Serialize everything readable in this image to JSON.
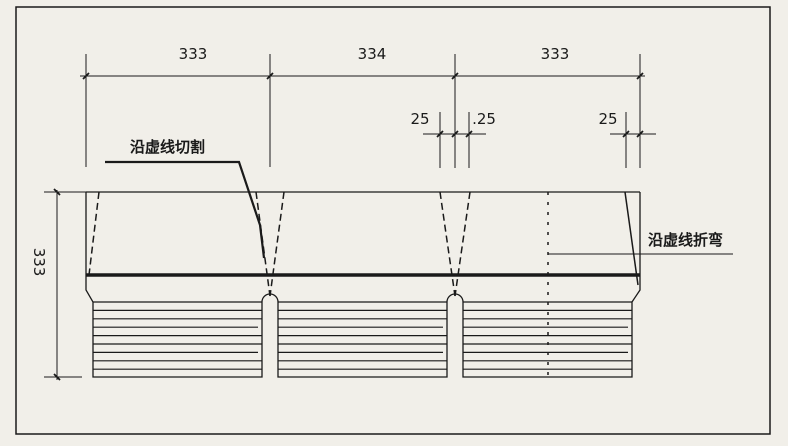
{
  "dimensions": {
    "top_segments": [
      "333",
      "334",
      "333"
    ],
    "small_left": "25",
    "small_right": ".25",
    "small_far_right": "25",
    "height": "333"
  },
  "labels": {
    "cut": "沿虚线切割",
    "bend": "沿虚线折弯"
  },
  "colors": {
    "background": "#f1efe9",
    "line": "#1a1a1a"
  }
}
